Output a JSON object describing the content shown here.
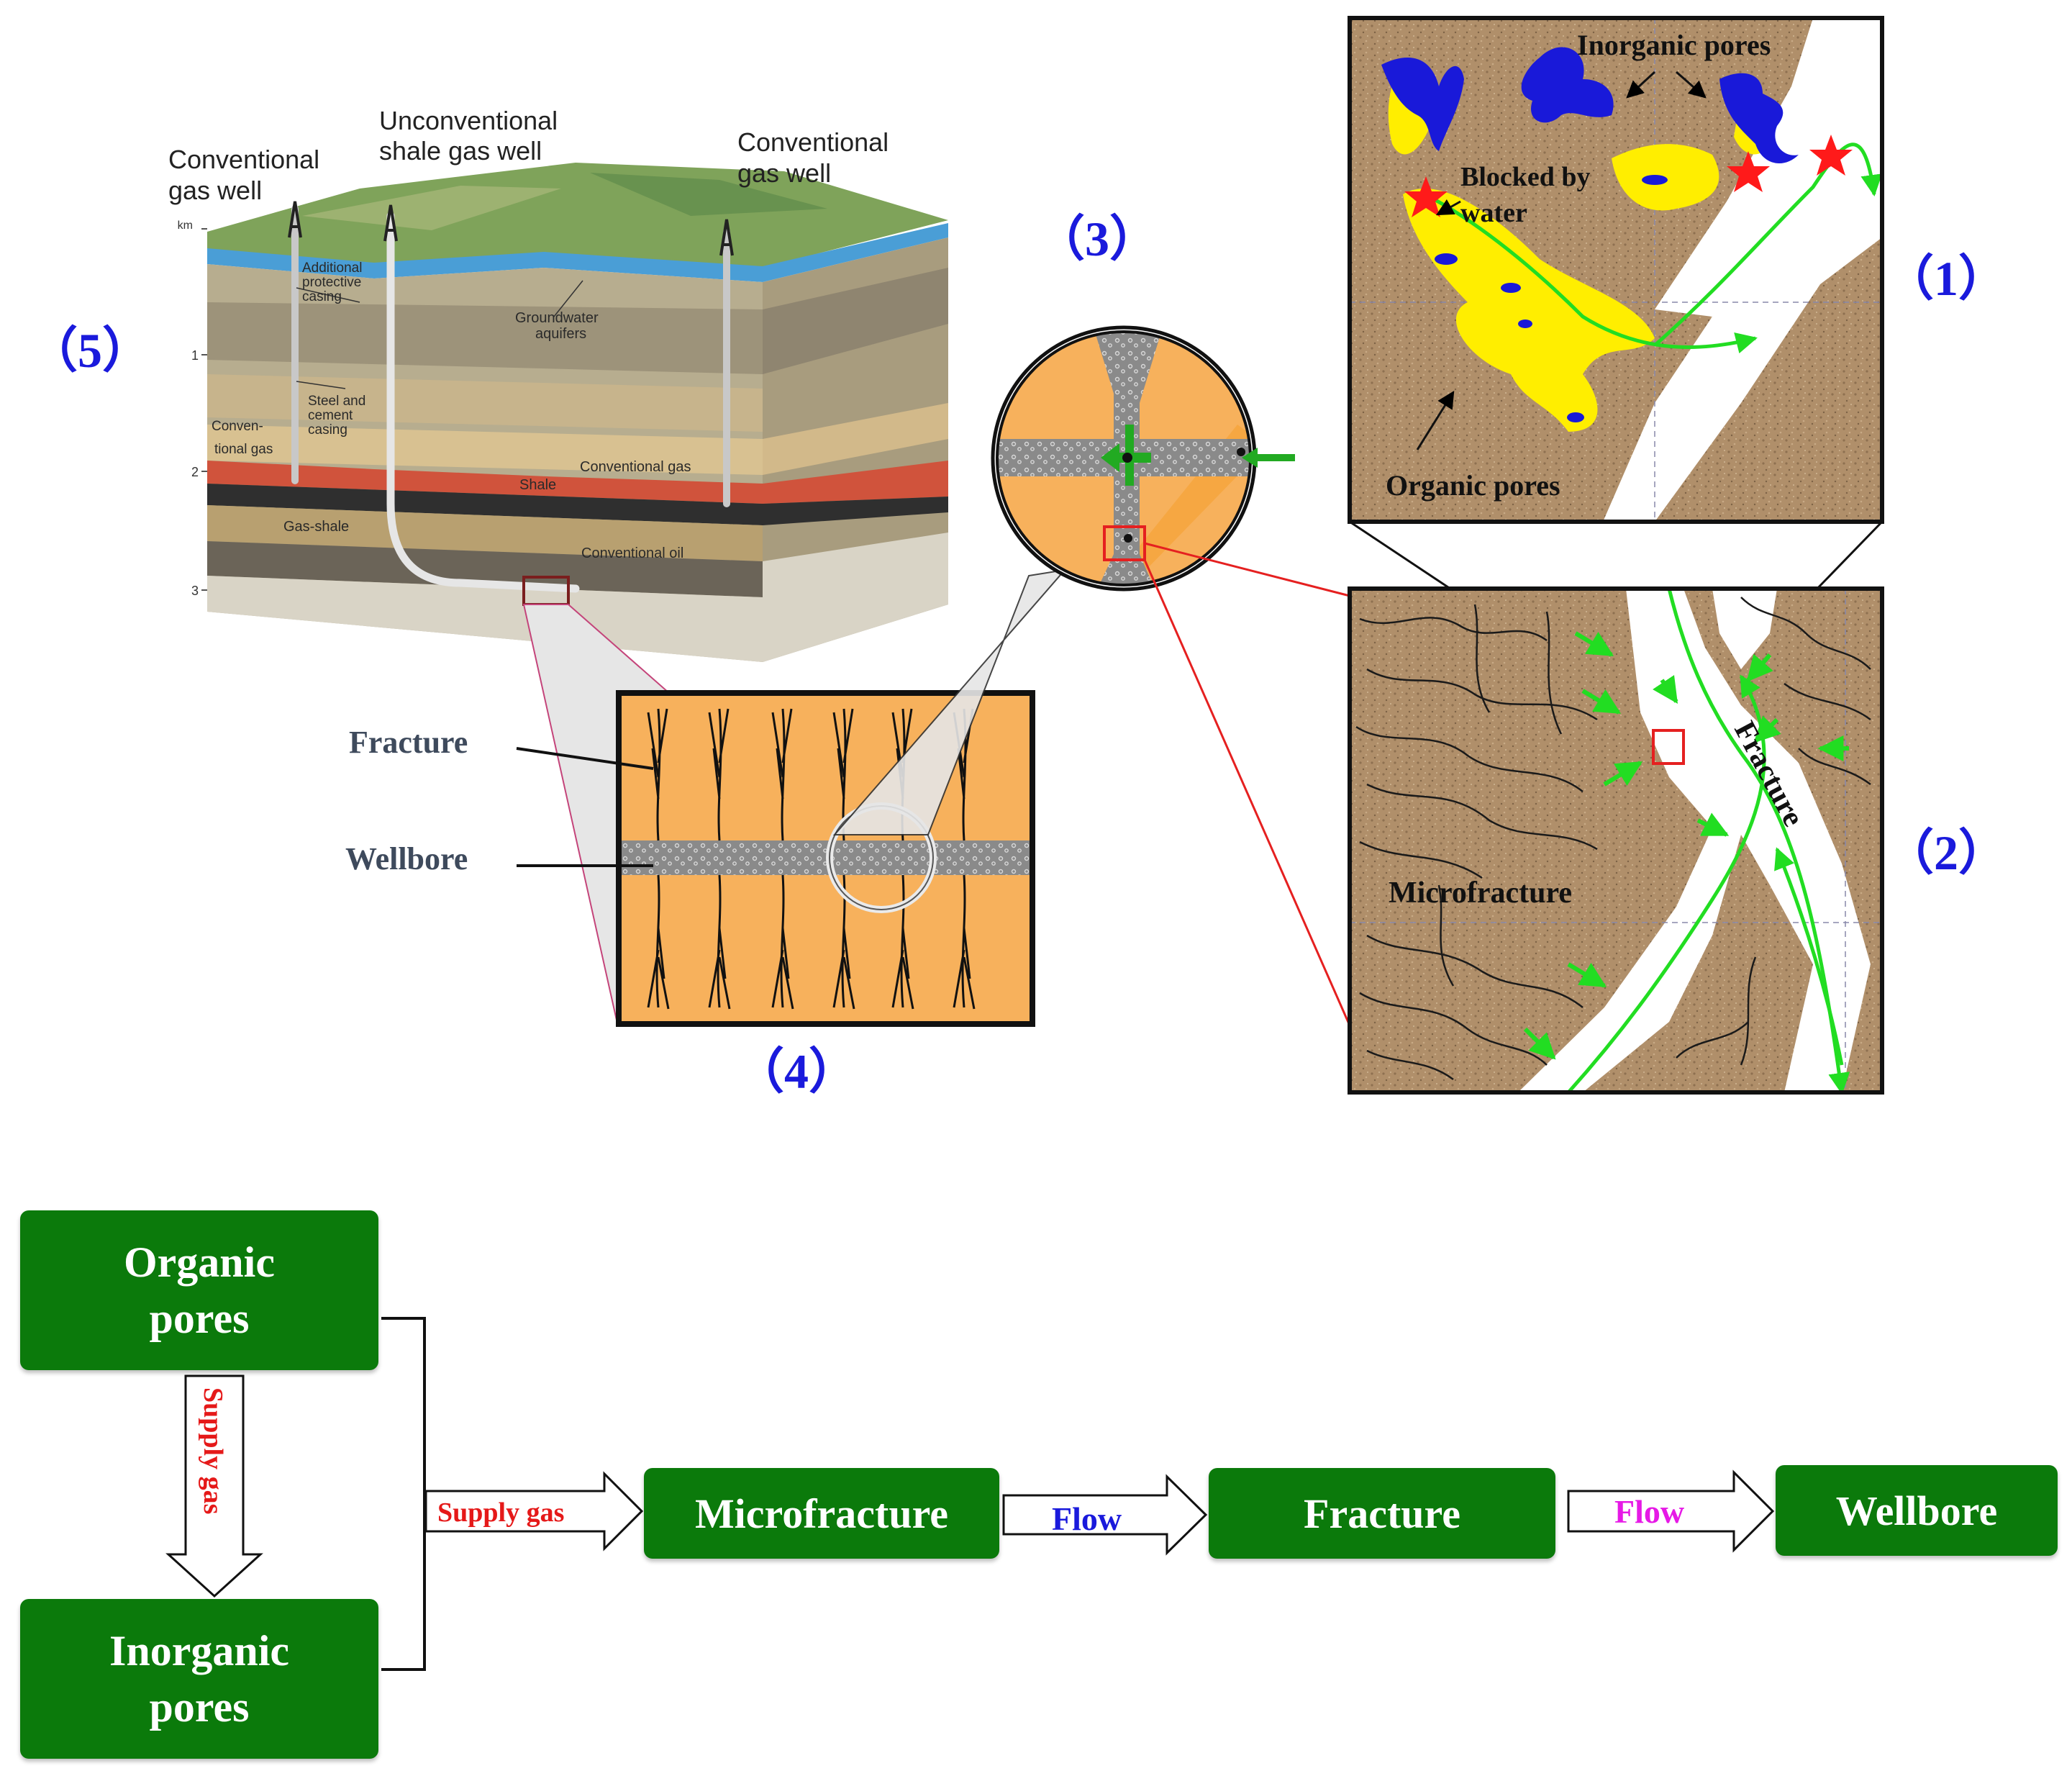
{
  "panels": {
    "p1": "（1）",
    "p2": "（2）",
    "p3": "（3）",
    "p4": "（4）",
    "p5": "（5）"
  },
  "block": {
    "conventional_left": [
      "Conventional",
      "gas well"
    ],
    "unconventional": [
      "Unconventional",
      "shale gas well"
    ],
    "conventional_right": [
      "Conventional",
      "gas well"
    ],
    "km": "km",
    "depth_ticks": [
      "1",
      "2",
      "3"
    ],
    "additional_casing": [
      "Additional",
      "protective",
      "casing"
    ],
    "steel_casing": [
      "Steel and",
      "cement",
      "casing"
    ],
    "groundwater": [
      "Groundwater",
      "aquifers"
    ],
    "conv_gas_left": [
      "Conven-",
      "tional gas"
    ],
    "conv_gas_right": "Conventional gas",
    "shale": "Shale",
    "gas_shale": "Gas-shale",
    "conv_oil": "Conventional oil"
  },
  "panel4": {
    "fracture": "Fracture",
    "wellbore": "Wellbore"
  },
  "panel1": {
    "inorganic_pores": "Inorganic pores",
    "blocked": [
      "Blocked by",
      "water"
    ],
    "organic_pores": "Organic pores"
  },
  "panel2": {
    "microfracture": "Microfracture",
    "fracture": "Fracture"
  },
  "flow": {
    "organic": [
      "Organic",
      "pores"
    ],
    "inorganic": [
      "Inorganic",
      "pores"
    ],
    "supply_vertical": "Supply gas",
    "supply_horizontal": "Supply gas",
    "microfracture": "Microfracture",
    "fracture": "Fracture",
    "wellbore": "Wellbore",
    "flow1": "Flow",
    "flow2": "Flow"
  },
  "colors": {
    "panel_blue": "#1a1adc",
    "box_green": "#0b7a0b",
    "supply_red": "#e51919",
    "flow_blue": "#1a1adc",
    "flow_magenta": "#e619e6",
    "label_slate": "#3e4a5c",
    "formation_orange": "#f7b15c",
    "rock_brown": "#b08f6a",
    "pore_yellow": "#ffee00",
    "pore_blue": "#1919d9",
    "flow_green": "#22dd22",
    "star_red": "#ff1a1a"
  }
}
